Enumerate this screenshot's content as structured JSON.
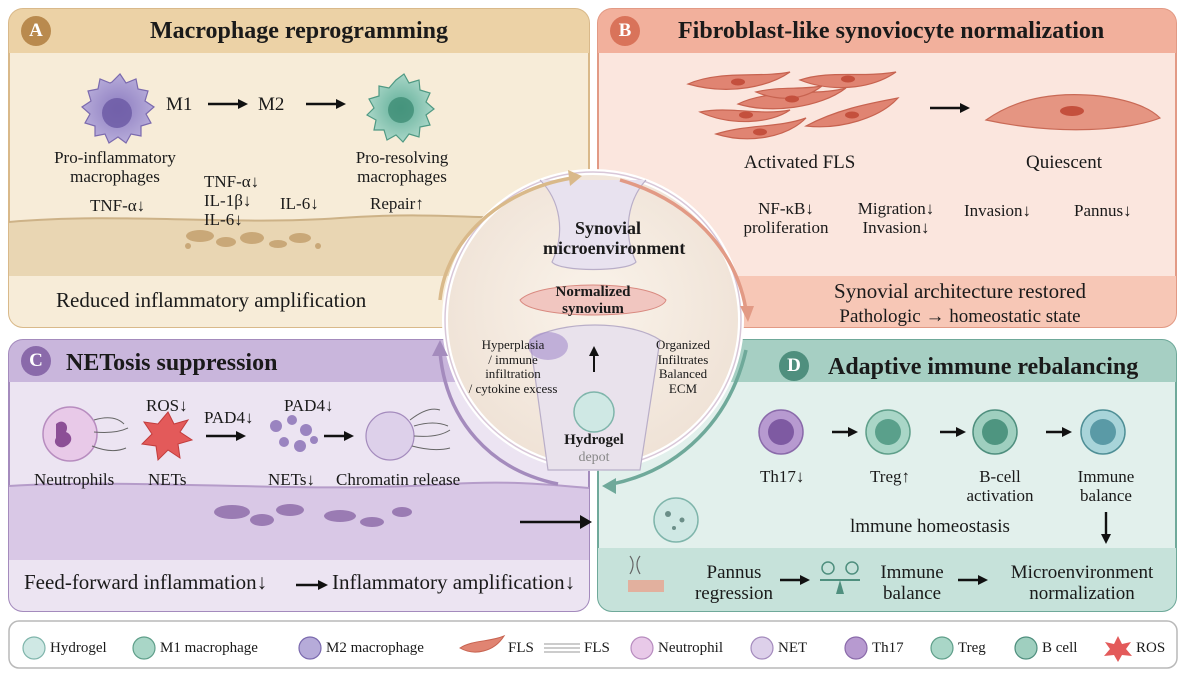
{
  "panels": {
    "a": {
      "badge": "A",
      "title": "Macrophage reprogramming",
      "m1": "M1",
      "m2": "M2",
      "pro_inflammatory": "Pro-inflammatory macrophages",
      "pro_resolving": "Pro-resolving macrophages",
      "tnf_left": "TNF-α↓",
      "cytokines_mid": "TNF-α↓\nIL-1β↓\nIL-6↓",
      "il6": "IL-6↓",
      "repair": "Repair↑",
      "summary": "Reduced inflammatory amplification"
    },
    "b": {
      "badge": "B",
      "title": "Fibroblast-like synoviocyte normalization",
      "activated": "Activated FLS",
      "quiescent": "Quiescent",
      "nfkb": "NF-κB↓\nproliferation",
      "migration": "Migration↓\nInvasion↓",
      "invasion": "Invasion↓",
      "pannus": "Pannus↓",
      "summary1": "Synovial architecture restored",
      "summary2": "Pathologic → homeostatic state"
    },
    "c": {
      "badge": "C",
      "title": "NETosis suppression",
      "ros": "ROS↓",
      "pad4_a": "PAD4↓",
      "pad4_b": "PAD4↓",
      "neutrophils": "Neutrophils",
      "nets": "NETs",
      "nets_down": "NETs↓",
      "chromatin": "Chromatin release",
      "summary_left": "Feed-forward inflammation↓",
      "summary_right": "Inflammatory amplification↓"
    },
    "d": {
      "badge": "D",
      "title": "Adaptive immune rebalancing",
      "th17": "Th17↓",
      "treg": "Treg↑",
      "bcell": "B-cell activation",
      "immune_balance": "Immune balance",
      "homeostasis": "lmmune homeostasis",
      "pannus_regression": "Pannus regression",
      "immune_balance2": "Immune balance",
      "normalization": "Microenvironment normalization"
    }
  },
  "center": {
    "title": "Synovial microenvironment",
    "normalized": "Normalized synovium",
    "left": "Hyperplasia\n/ immune\ninfiltration\n/ cytokine excess",
    "right": "Organized\nInfiltrates\nBalanced\nECM",
    "hydrogel": "Hydrogel",
    "depot": "depot"
  },
  "colors": {
    "a_fill": "#f7ecd8",
    "a_border": "#d9b98a",
    "a_header": "#ecd2a6",
    "a_badge": "#b98a4e",
    "b_fill": "#fbe6de",
    "b_border": "#e29a85",
    "b_header": "#f2b09c",
    "b_badge": "#d9735a",
    "c_fill": "#ece4f2",
    "c_border": "#a48bbd",
    "c_header": "#c9b6dc",
    "c_badge": "#8a6aaa",
    "d_fill": "#e2f0ec",
    "d_border": "#6fa99a",
    "d_header": "#a6cfc3",
    "d_badge": "#4f8f7e"
  },
  "legend": [
    {
      "icon": "hydrogel-icon",
      "label": "Hydrogel"
    },
    {
      "icon": "m1-macrophage-icon",
      "label": "M1 macrophage"
    },
    {
      "icon": "m2-macrophage-icon",
      "label": "M2 macrophage"
    },
    {
      "icon": "fls-icon",
      "label": "FLS"
    },
    {
      "icon": "fls-fiber-icon",
      "label": "FLS"
    },
    {
      "icon": "neutrophil-icon",
      "label": "Neutrophil"
    },
    {
      "icon": "net-icon",
      "label": "NET"
    },
    {
      "icon": "th17-icon",
      "label": "Th17"
    },
    {
      "icon": "treg-icon",
      "label": "Treg"
    },
    {
      "icon": "b-cell-icon",
      "label": "B cell"
    },
    {
      "icon": "ros-icon",
      "label": "ROS"
    }
  ]
}
